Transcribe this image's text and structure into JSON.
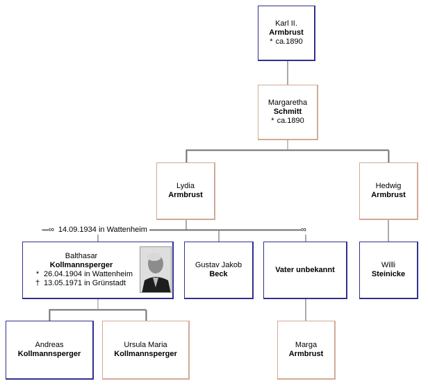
{
  "persons": {
    "karl": {
      "given": "Karl II.",
      "surname": "Armbrust",
      "birth_symbol": "*",
      "birth": "ca.1890"
    },
    "margaretha": {
      "given": "Margaretha",
      "surname": "Schmitt",
      "birth_symbol": "*",
      "birth": "ca.1890"
    },
    "lydia": {
      "given": "Lydia",
      "surname": "Armbrust"
    },
    "hedwig": {
      "given": "Hedwig",
      "surname": "Armbrust"
    },
    "balthasar": {
      "given": "Balthasar",
      "surname": "Kollmannsperger",
      "birth_symbol": "*",
      "birth": "26.04.1904 in Wattenheim",
      "death_symbol": "†",
      "death": "13.05.1971 in Grünstadt"
    },
    "gustav": {
      "given": "Gustav Jakob",
      "surname": "Beck"
    },
    "vater": {
      "label": "Vater unbekannt"
    },
    "willi": {
      "given": "Willi",
      "surname": "Steinicke"
    },
    "andreas": {
      "given": "Andreas",
      "surname": "Kollmannsperger"
    },
    "ursula": {
      "given": "Ursula Maria",
      "surname": "Kollmannsperger"
    },
    "marga": {
      "given": "Marga",
      "surname": "Armbrust"
    }
  },
  "marriage": {
    "symbol": "∞",
    "text": "14.09.1934 in Wattenheim"
  },
  "marriage2": {
    "symbol": "∞"
  },
  "colors": {
    "male_border": "#2f2f8f",
    "female_border": "#d0aa96",
    "line": "#555555"
  }
}
